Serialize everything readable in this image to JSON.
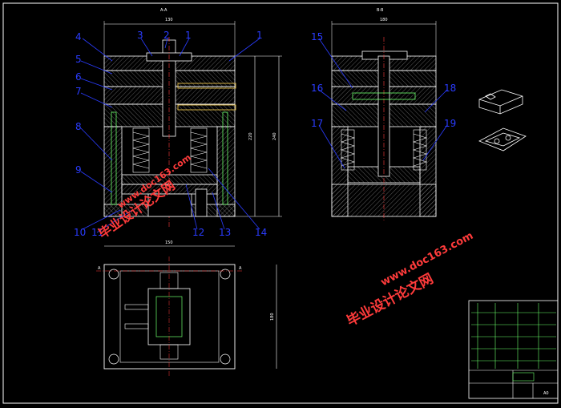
{
  "views": {
    "front": {
      "section_label": "A-A",
      "dims": {
        "width": "130",
        "height_inner": "220",
        "height_outer": "240"
      },
      "callouts_left": [
        "4",
        "5",
        "6",
        "7",
        "8",
        "9",
        "10",
        "11"
      ],
      "callouts_top": [
        "3",
        "2",
        "1",
        "1"
      ],
      "callouts_bottom": [
        "12",
        "13",
        "14"
      ]
    },
    "side": {
      "section_label": "B-B",
      "dims": {
        "width": "180"
      },
      "callouts": [
        "15",
        "16",
        "17",
        "18",
        "19"
      ]
    },
    "plan": {
      "dims": {
        "width": "150",
        "height": "180"
      },
      "markers": [
        "A",
        "A"
      ]
    }
  },
  "watermarks": [
    {
      "text": "毕业设计论文网",
      "url": "www.doc163.com"
    },
    {
      "text": "毕业设计论文网",
      "url": "www.doc163.com"
    }
  ],
  "title_block": {
    "sheet_size": "A0"
  },
  "colors": {
    "background": "#000000",
    "lines": "#ffffff",
    "callout": "#2a3cff",
    "section": "#ff3b3b",
    "watermark": "#ff3b3b"
  }
}
